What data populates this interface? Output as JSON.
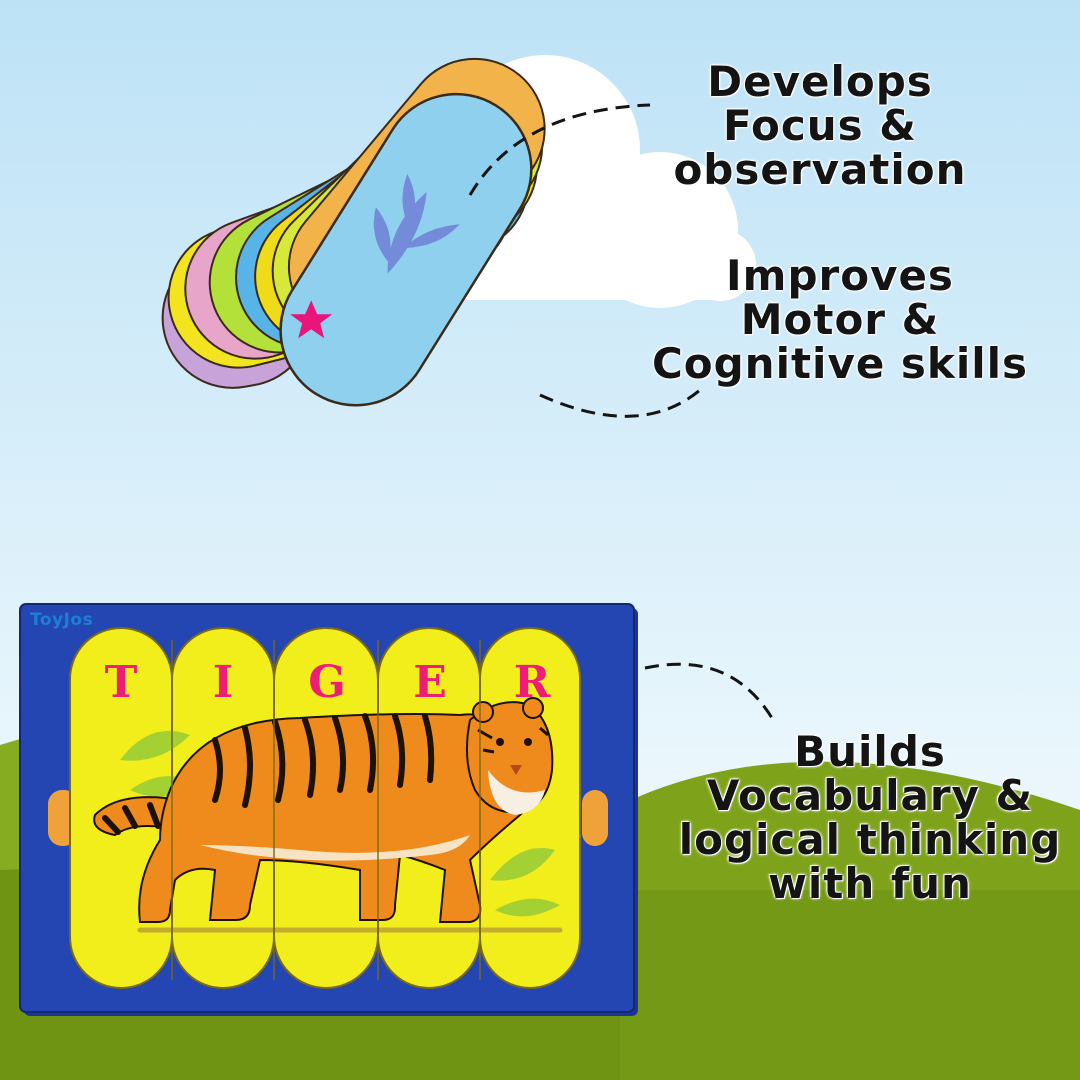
{
  "colors": {
    "sky_top": "#bfe3f7",
    "sky_bottom": "#eaf6fc",
    "cloud": "#ffffff",
    "hill_light": "#7fa51c",
    "hill_dark": "#6e9313",
    "board_blue": "#1f3fa6",
    "card_yellow": "#f2ee1c",
    "letter_pink": "#ee1d78",
    "card_blue": "#8fd0ef",
    "star_pink": "#e9157a",
    "text": "#141414",
    "tiger_orange": "#ef8a1d",
    "stripe": "#1e1208"
  },
  "callouts": {
    "focus": {
      "lines": [
        "Develops",
        "Focus &",
        "observation"
      ]
    },
    "motor": {
      "lines": [
        "Improves",
        "Motor &",
        "Cognitive skills"
      ]
    },
    "vocab": {
      "lines": [
        "Builds",
        "Vocabulary &",
        "logical thinking",
        "with fun"
      ]
    }
  },
  "puzzle": {
    "brand": "ToyJos",
    "letters": [
      "T",
      "I",
      "G",
      "E",
      "R"
    ]
  },
  "icons": {
    "star": "star-icon",
    "leaf": "leaf-icon"
  }
}
